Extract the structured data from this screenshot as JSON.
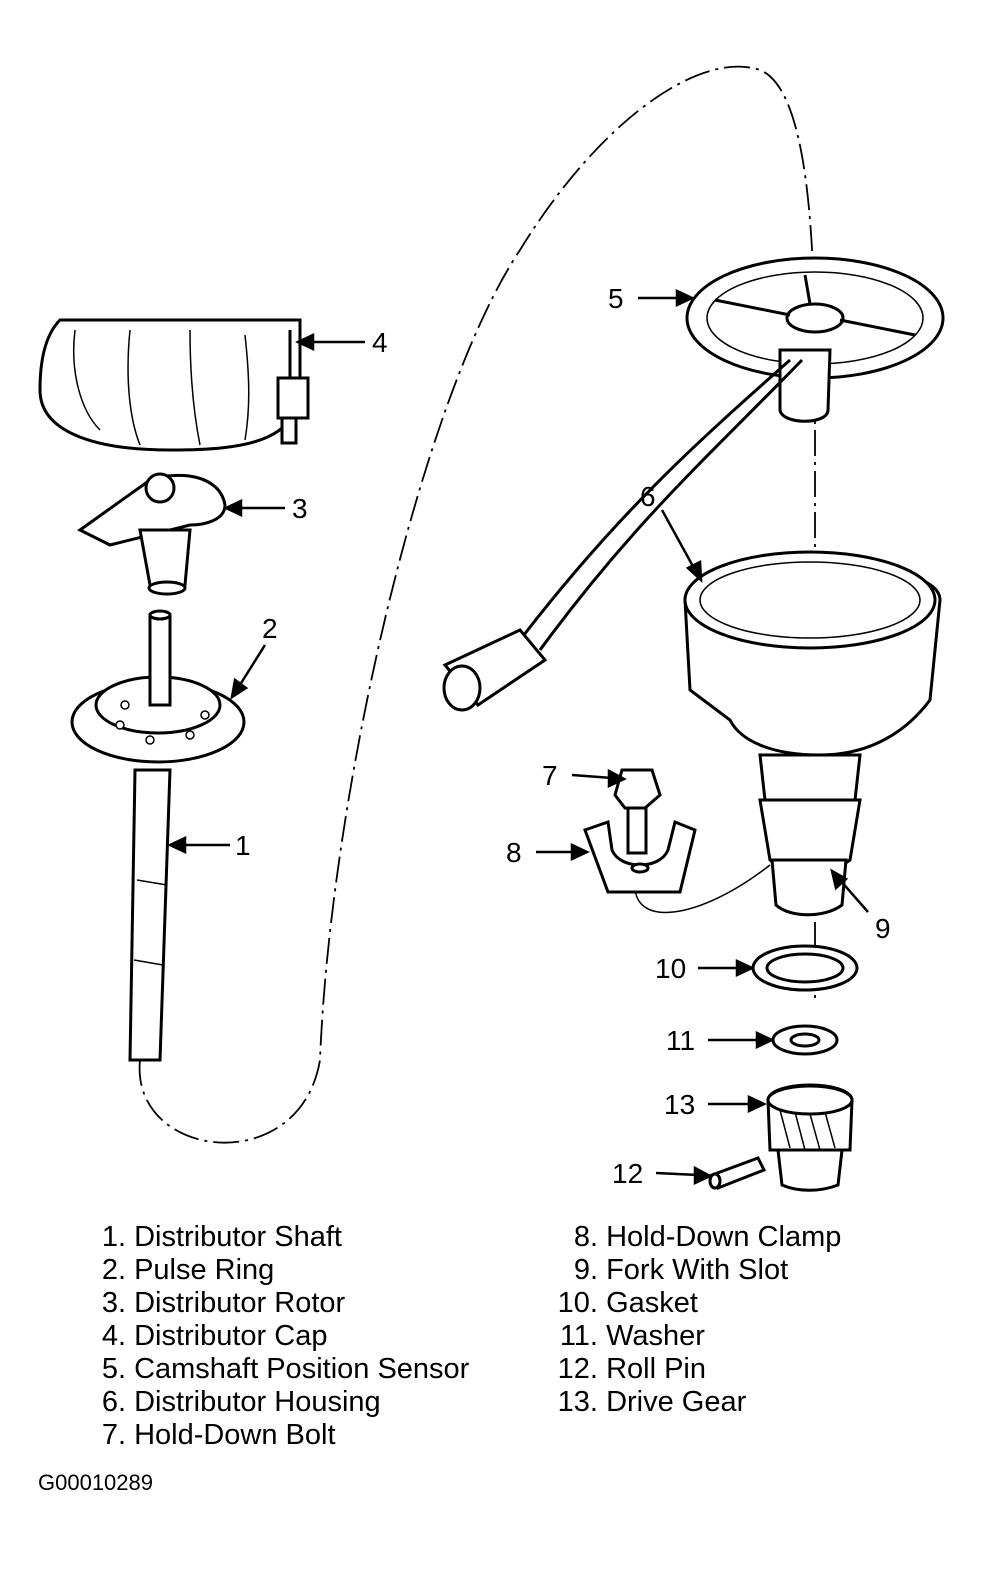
{
  "callouts": {
    "c1": "1",
    "c2": "2",
    "c3": "3",
    "c4": "4",
    "c5": "5",
    "c6": "6",
    "c7": "7",
    "c8": "8",
    "c9": "9",
    "c10": "10",
    "c11": "11",
    "c12": "12",
    "c13": "13"
  },
  "legend": {
    "left": [
      {
        "num": "1.",
        "label": "Distributor Shaft"
      },
      {
        "num": "2.",
        "label": "Pulse Ring"
      },
      {
        "num": "3.",
        "label": "Distributor Rotor"
      },
      {
        "num": "4.",
        "label": "Distributor Cap"
      },
      {
        "num": "5.",
        "label": "Camshaft Position Sensor"
      },
      {
        "num": "6.",
        "label": "Distributor Housing"
      },
      {
        "num": "7.",
        "label": "Hold-Down Bolt"
      }
    ],
    "right": [
      {
        "num": "8.",
        "label": "Hold-Down Clamp"
      },
      {
        "num": "9.",
        "label": "Fork With Slot"
      },
      {
        "num": "10.",
        "label": "Gasket"
      },
      {
        "num": "11.",
        "label": "Washer"
      },
      {
        "num": "12.",
        "label": "Roll Pin"
      },
      {
        "num": "13.",
        "label": "Drive Gear"
      }
    ]
  },
  "figure_id": "G00010289"
}
